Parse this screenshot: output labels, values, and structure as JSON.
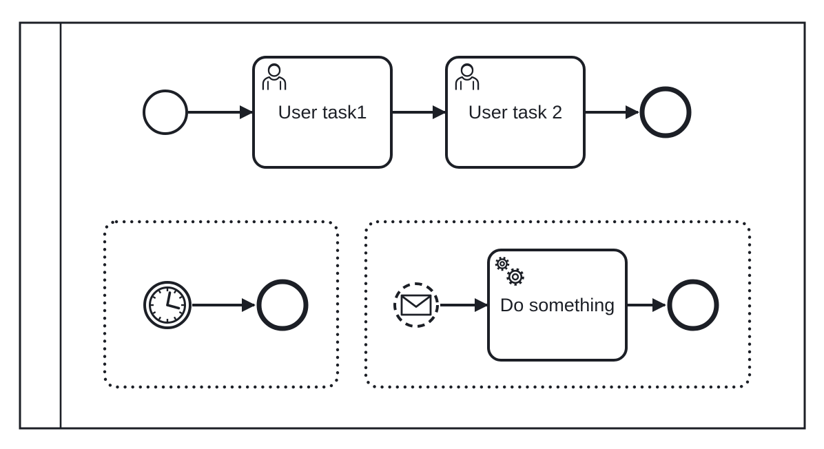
{
  "diagram": {
    "kind": "bpmn-process",
    "colors": {
      "stroke": "#1c1f26",
      "fill": "#ffffff",
      "background": "#ffffff"
    },
    "pool": {
      "label": ""
    },
    "main_flow": {
      "start_event": {
        "type": "start-event",
        "label": ""
      },
      "task1": {
        "type": "user-task",
        "label": "User task1",
        "icon": "user-icon"
      },
      "task2": {
        "type": "user-task",
        "label": "User task 2",
        "icon": "user-icon"
      },
      "end_event": {
        "type": "end-event",
        "label": ""
      }
    },
    "event_subprocess_timer": {
      "start_event": {
        "type": "timer-start-event",
        "icon": "clock-icon",
        "label": ""
      },
      "end_event": {
        "type": "end-event",
        "label": ""
      }
    },
    "event_subprocess_message": {
      "start_event": {
        "type": "message-start-event-non-interrupting",
        "icon": "envelope-icon",
        "label": ""
      },
      "task": {
        "type": "service-task",
        "label": "Do something",
        "icon": "gears-icon"
      },
      "end_event": {
        "type": "end-event",
        "label": ""
      }
    }
  }
}
